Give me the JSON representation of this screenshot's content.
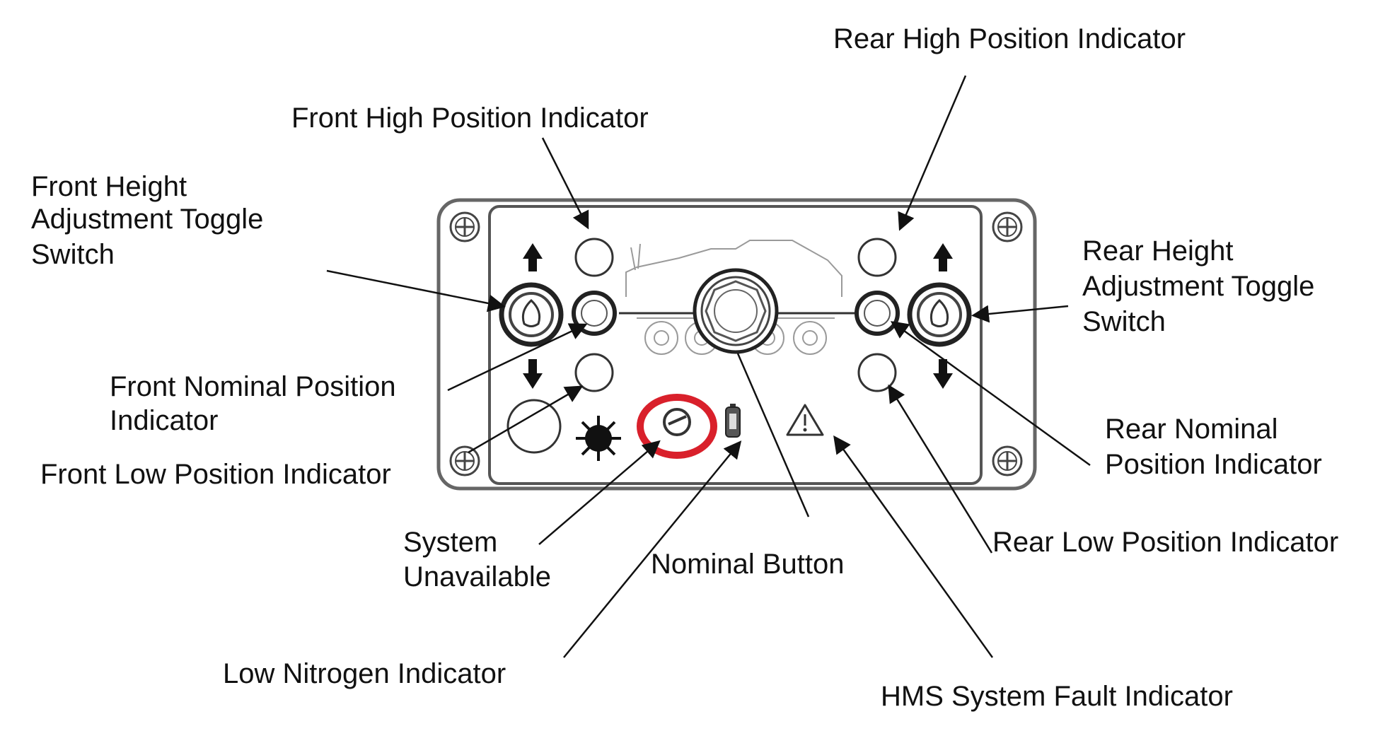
{
  "labels": {
    "rear_high": "Rear High Position Indicator",
    "front_high": "Front High Position Indicator",
    "front_toggle": [
      "Front Height",
      "Adjustment Toggle",
      "Switch"
    ],
    "rear_toggle": [
      "Rear Height",
      "Adjustment Toggle",
      "Switch"
    ],
    "front_nominal": [
      "Front Nominal Position",
      "Indicator"
    ],
    "front_low": "Front Low Position Indicator",
    "rear_nominal": [
      "Rear Nominal",
      "Position Indicator"
    ],
    "rear_low": "Rear Low Position Indicator",
    "system_unavailable": [
      "System",
      "Unavailable"
    ],
    "nominal_button": "Nominal Button",
    "low_nitrogen": "Low Nitrogen Indicator",
    "hms_fault": "HMS System Fault Indicator"
  },
  "colors": {
    "highlight": "#d9202b",
    "ink": "#111111",
    "panel_outline": "#555555"
  },
  "icons": {
    "up_arrow": "up-arrow-icon",
    "down_arrow": "down-arrow-icon",
    "sun": "sun-icon",
    "system_unavailable": "slashed-circle-icon",
    "nitrogen": "nitrogen-cylinder-icon",
    "warning": "warning-triangle-icon"
  }
}
